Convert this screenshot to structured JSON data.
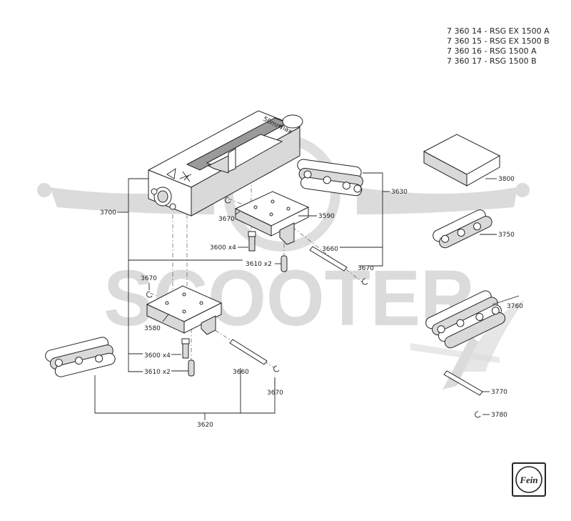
{
  "models": [
    "7 360 14 - RSG EX 1500 A",
    "7 360 15 - RSG EX 1500 B",
    "7 360 16 - RSG 1500 A",
    "7 360 17 - RSG 1500 B"
  ],
  "watermark": {
    "text": "SCOOTER",
    "color": "#cfcfcf"
  },
  "part_labels": {
    "p3700": "3700",
    "p3670_top": "3670",
    "p3590": "3590",
    "p3600_top": "3600 x4",
    "p3610_top": "3610 x2",
    "p3660_top": "3660",
    "p3670_mid": "3670",
    "p3630": "3630",
    "p3670_left": "3670",
    "p3580": "3580",
    "p3600_bot": "3600 x4",
    "p3610_bot": "3610 x2",
    "p3660_bot": "3660",
    "p3670_bot": "3670",
    "p3620": "3620",
    "p3800": "3800",
    "p3750": "3750",
    "p3760": "3760",
    "p3770": "3770",
    "p3780": "3780"
  },
  "device_marks": {
    "small_1": "max",
    "small_2": "50mm"
  },
  "logo": {
    "name": "fein-logo",
    "text": "Fein"
  }
}
